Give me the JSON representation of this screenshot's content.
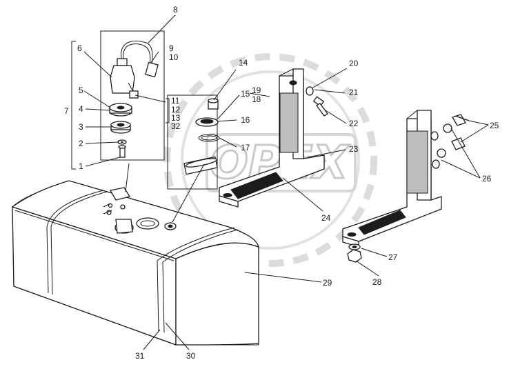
{
  "watermark": {
    "text": "OPEX"
  },
  "callouts": [
    {
      "id": "c1",
      "text": "1"
    },
    {
      "id": "c2",
      "text": "2"
    },
    {
      "id": "c3",
      "text": "3"
    },
    {
      "id": "c4",
      "text": "4"
    },
    {
      "id": "c5",
      "text": "5"
    },
    {
      "id": "c6",
      "text": "6"
    },
    {
      "id": "c7",
      "text": "7"
    },
    {
      "id": "c8",
      "text": "8"
    },
    {
      "id": "c9",
      "text": "9"
    },
    {
      "id": "c10",
      "text": "10"
    },
    {
      "id": "c11",
      "text": "11"
    },
    {
      "id": "c12",
      "text": "12"
    },
    {
      "id": "c13",
      "text": "13"
    },
    {
      "id": "c32",
      "text": "32"
    },
    {
      "id": "c14",
      "text": "14"
    },
    {
      "id": "c15",
      "text": "15"
    },
    {
      "id": "c16",
      "text": "16"
    },
    {
      "id": "c17",
      "text": "17"
    },
    {
      "id": "c18",
      "text": "18"
    },
    {
      "id": "c19",
      "text": "19"
    },
    {
      "id": "c20",
      "text": "20"
    },
    {
      "id": "c21",
      "text": "21"
    },
    {
      "id": "c22",
      "text": "22"
    },
    {
      "id": "c23",
      "text": "23"
    },
    {
      "id": "c24",
      "text": "24"
    },
    {
      "id": "c25",
      "text": "25"
    },
    {
      "id": "c26",
      "text": "26"
    },
    {
      "id": "c27",
      "text": "27"
    },
    {
      "id": "c28",
      "text": "28"
    },
    {
      "id": "c29",
      "text": "29"
    },
    {
      "id": "c30",
      "text": "30"
    },
    {
      "id": "c31",
      "text": "31"
    }
  ]
}
